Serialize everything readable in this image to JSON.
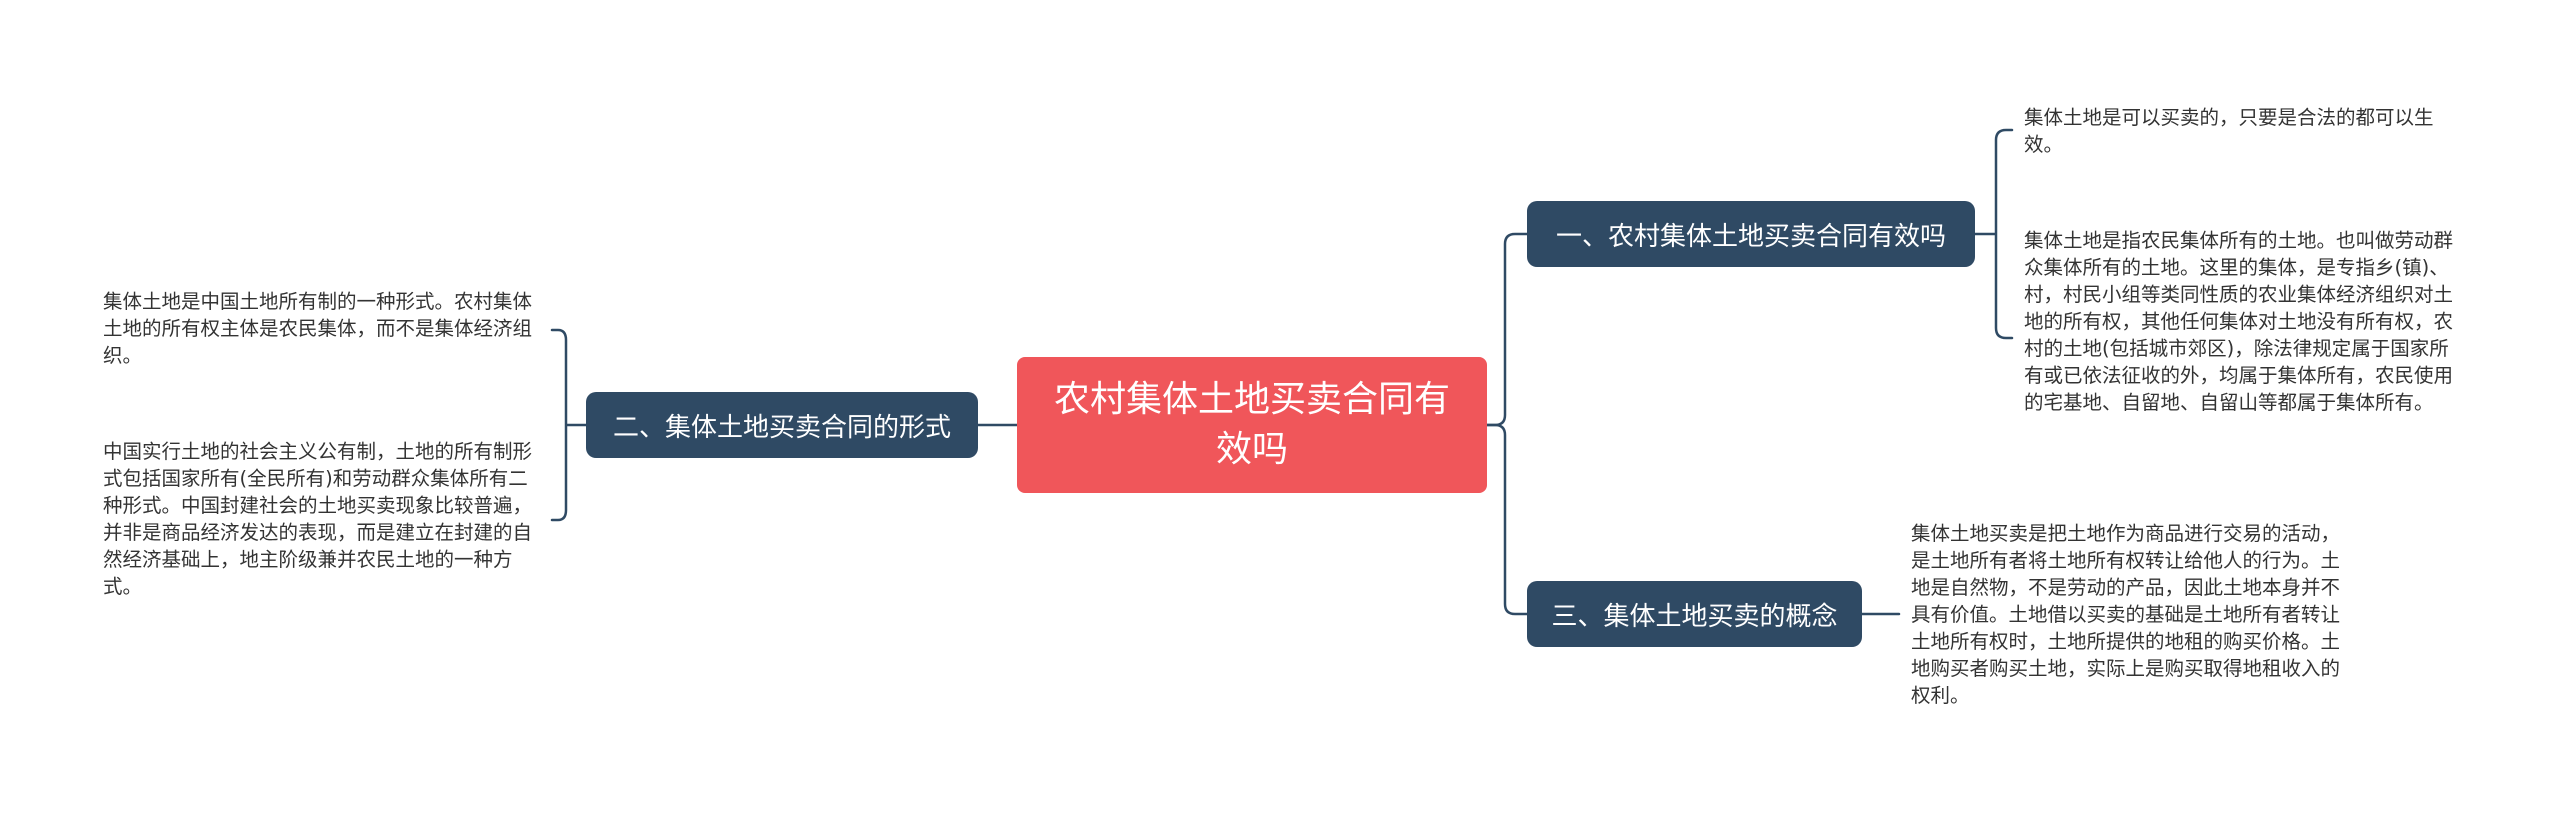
{
  "root": {
    "title": "农村集体土地买卖合同有效吗"
  },
  "branches": [
    {
      "label": "一、农村集体土地买卖合同有效吗",
      "leaves": [
        "集体土地是可以买卖的，只要是合法的都可以生效。",
        "集体土地是指农民集体所有的土地。也叫做劳动群众集体所有的土地。这里的集体，是专指乡(镇)、村，村民小组等类同性质的农业集体经济组织对土地的所有权，其他任何集体对土地没有所有权，农村的土地(包括城市郊区)，除法律规定属于国家所有或已依法征收的外，均属于集体所有，农民使用的宅基地、自留地、自留山等都属于集体所有。"
      ]
    },
    {
      "label": "二、集体土地买卖合同的形式",
      "leaves": [
        "集体土地是中国土地所有制的一种形式。农村集体土地的所有权主体是农民集体，而不是集体经济组织。",
        "中国实行土地的社会主义公有制，土地的所有制形式包括国家所有(全民所有)和劳动群众集体所有二种形式。中国封建社会的土地买卖现象比较普遍，并非是商品经济发达的表现，而是建立在封建的自然经济基础上，地主阶级兼并农民土地的一种方式。"
      ]
    },
    {
      "label": "三、集体土地买卖的概念",
      "leaves": [
        "集体土地买卖是把土地作为商品进行交易的活动，是土地所有者将土地所有权转让给他人的行为。土地是自然物，不是劳动的产品，因此土地本身并不具有价值。土地借以买卖的基础是土地所有者转让土地所有权时，土地所提供的地租的购买价格。土地购买者购买土地，实际上是购买取得地租收入的权利。"
      ]
    }
  ],
  "colors": {
    "root": "#f0565a",
    "branch": "#2f4a64",
    "line": "#2f4a64",
    "leaf_text": "#333333"
  }
}
